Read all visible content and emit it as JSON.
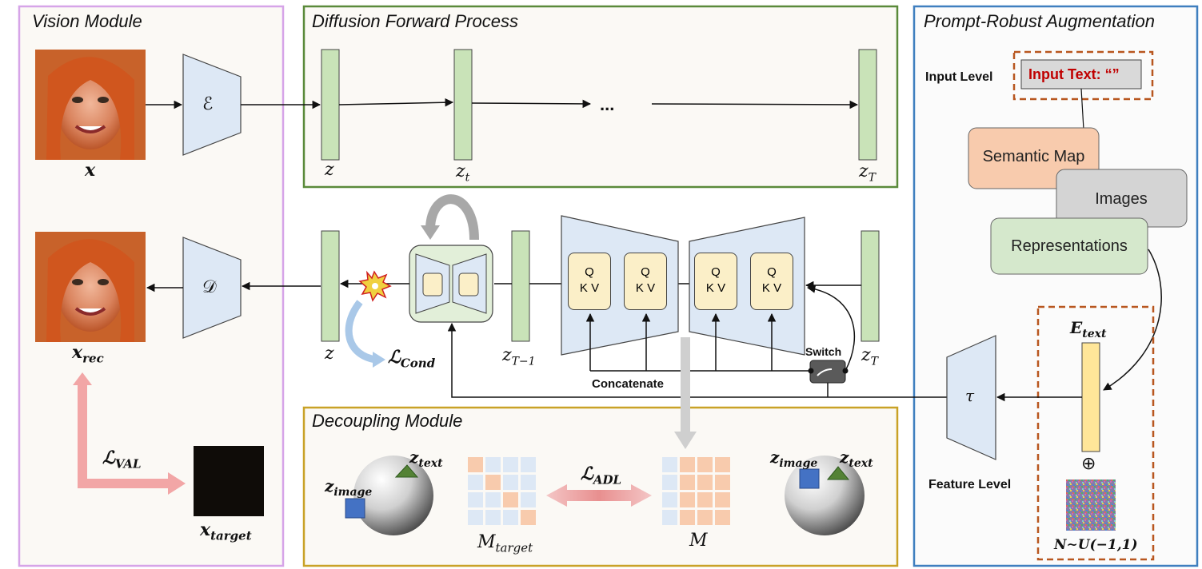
{
  "panels": {
    "vision": "Vision Module",
    "diffusion": "Diffusion Forward Process",
    "prompt": "Prompt-Robust Augmentation",
    "decoupling": "Decoupling Module"
  },
  "vision": {
    "x_label": "x",
    "x_rec_label": "x",
    "x_rec_sub": "rec",
    "encoder": "ℰ",
    "decoder": "𝒟",
    "loss_label": "ℒ",
    "loss_sub": "VAL",
    "x_target_label": "x",
    "x_target_sub": "target"
  },
  "diffusion": {
    "z": "z",
    "z_t": "z",
    "z_t_sub": "t",
    "z_T": "z",
    "z_T_sub": "T",
    "dots": "..."
  },
  "unet": {
    "z_left": "z",
    "z_T_minus_1": "z",
    "z_T_minus_1_sub": "T−1",
    "z_T_right": "z",
    "z_T_right_sub": "T",
    "qkv_q": "Q",
    "qkv_kv": "K  V",
    "concatenate": "Concatenate",
    "switch": "Switch",
    "loss_cond": "ℒ",
    "loss_cond_sub": "Cond"
  },
  "decoupling": {
    "z_text": "z",
    "z_text_sub": "text",
    "z_image": "z",
    "z_image_sub": "image",
    "loss_adl": "ℒ",
    "loss_adl_sub": "ADL",
    "m_target": "M",
    "m_target_sub": "target",
    "m": "M",
    "z_image_right": "z",
    "z_image_right_sub": "image",
    "z_text_right": "z",
    "z_text_right_sub": "text"
  },
  "prompt": {
    "input_level": "Input Level",
    "input_text": "Input Text: “”",
    "semantic_map": "Semantic Map",
    "images": "Images",
    "representations": "Representations",
    "e_text": "E",
    "e_text_sub": "text",
    "oplus": "⊕",
    "tau": "τ",
    "feature_level": "Feature Level",
    "noise": "N∼U(−1,1)"
  },
  "colors": {
    "vision_border": "#d6a4e8",
    "diffusion_border": "#5a8a3a",
    "prompt_border": "#3f7fbf",
    "decoupling_border": "#c9a227",
    "latent_green": "#c9e3b8",
    "trapezoid_blue": "#dde8f5",
    "red_text": "#c00000",
    "dash_orange": "#b8561f"
  }
}
